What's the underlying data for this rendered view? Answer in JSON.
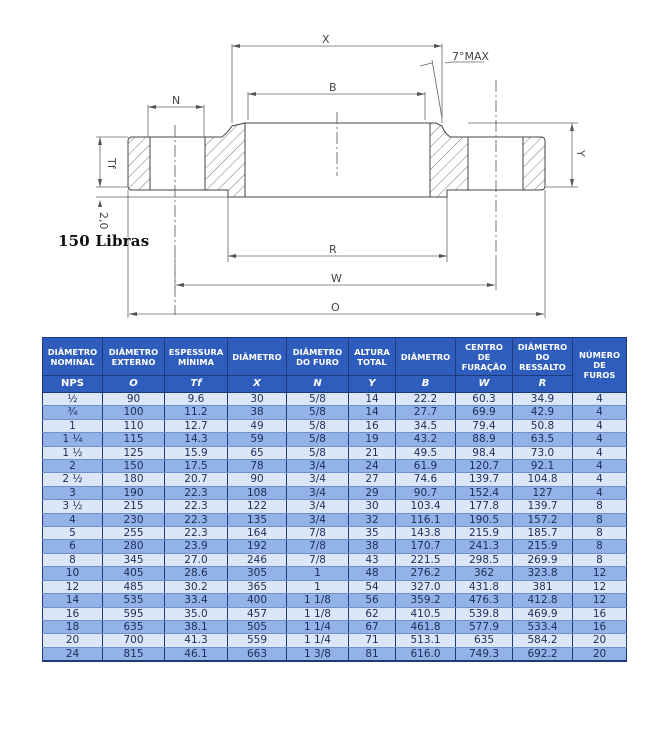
{
  "drawing": {
    "title": "150 Libras",
    "labels": {
      "x": "X",
      "b": "B",
      "n": "N",
      "tf": "Tf",
      "y": "Y",
      "gap": "2,0",
      "r": "R",
      "w": "W",
      "o": "O",
      "angle": "7°MAX"
    }
  },
  "table": {
    "headers": [
      {
        "label": "DIÂMETRO NOMINAL",
        "line1": "DIÂMETRO",
        "line2": "NOMINAL",
        "symbol": "NPS"
      },
      {
        "label": "DIÂMETRO EXTERNO",
        "line1": "DIÂMETRO",
        "line2": "EXTERNO",
        "symbol": "O"
      },
      {
        "label": "ESPESSURA MÍNIMA",
        "line1": "ESPESSURA",
        "line2": "MÍNIMA",
        "symbol": "Tf"
      },
      {
        "label": "DIÂMETRO",
        "line1": "DIÂMETRO",
        "line2": "",
        "symbol": "X"
      },
      {
        "label": "DIÂMETRO DO FURO",
        "line1": "DIÂMETRO",
        "line2": "DO FURO",
        "symbol": "N"
      },
      {
        "label": "ALTURA TOTAL",
        "line1": "ALTURA",
        "line2": "TOTAL",
        "symbol": "Y"
      },
      {
        "label": "DIÂMETRO",
        "line1": "DIÂMETRO",
        "line2": "",
        "symbol": "B"
      },
      {
        "label": "CENTRO DE FURAÇÃO",
        "line1": "CENTRO",
        "line2": "DE",
        "line3": "FURAÇÃO",
        "symbol": "W"
      },
      {
        "label": "DIÂMETRO DO RESSALTO",
        "line1": "DIÂMETRO",
        "line2": "DO",
        "line3": "RESSALTO",
        "symbol": "R"
      },
      {
        "label": "NÚMERO DE FUROS",
        "line1": "NÚMERO",
        "line2": "DE",
        "line3": "FUROS",
        "symbol": ""
      }
    ],
    "rows": [
      [
        "½",
        "90",
        "9.6",
        "30",
        "5/8",
        "14",
        "22.2",
        "60.3",
        "34.9",
        "4"
      ],
      [
        "¾",
        "100",
        "11.2",
        "38",
        "5/8",
        "14",
        "27.7",
        "69.9",
        "42.9",
        "4"
      ],
      [
        "1",
        "110",
        "12.7",
        "49",
        "5/8",
        "16",
        "34.5",
        "79.4",
        "50.8",
        "4"
      ],
      [
        "1 ¼",
        "115",
        "14.3",
        "59",
        "5/8",
        "19",
        "43.2",
        "88.9",
        "63.5",
        "4"
      ],
      [
        "1 ½",
        "125",
        "15.9",
        "65",
        "5/8",
        "21",
        "49.5",
        "98.4",
        "73.0",
        "4"
      ],
      [
        "2",
        "150",
        "17.5",
        "78",
        "3/4",
        "24",
        "61.9",
        "120.7",
        "92.1",
        "4"
      ],
      [
        "2 ½",
        "180",
        "20.7",
        "90",
        "3/4",
        "27",
        "74.6",
        "139.7",
        "104.8",
        "4"
      ],
      [
        "3",
        "190",
        "22.3",
        "108",
        "3/4",
        "29",
        "90.7",
        "152.4",
        "127",
        "4"
      ],
      [
        "3 ½",
        "215",
        "22.3",
        "122",
        "3/4",
        "30",
        "103.4",
        "177.8",
        "139.7",
        "8"
      ],
      [
        "4",
        "230",
        "22.3",
        "135",
        "3/4",
        "32",
        "116.1",
        "190.5",
        "157.2",
        "8"
      ],
      [
        "5",
        "255",
        "22.3",
        "164",
        "7/8",
        "35",
        "143.8",
        "215.9",
        "185.7",
        "8"
      ],
      [
        "6",
        "280",
        "23.9",
        "192",
        "7/8",
        "38",
        "170.7",
        "241.3",
        "215.9",
        "8"
      ],
      [
        "8",
        "345",
        "27.0",
        "246",
        "7/8",
        "43",
        "221.5",
        "298.5",
        "269.9",
        "8"
      ],
      [
        "10",
        "405",
        "28.6",
        "305",
        "1",
        "48",
        "276.2",
        "362",
        "323.8",
        "12"
      ],
      [
        "12",
        "485",
        "30.2",
        "365",
        "1",
        "54",
        "327.0",
        "431.8",
        "381",
        "12"
      ],
      [
        "14",
        "535",
        "33.4",
        "400",
        "1 1/8",
        "56",
        "359.2",
        "476.3",
        "412.8",
        "12"
      ],
      [
        "16",
        "595",
        "35.0",
        "457",
        "1 1/8",
        "62",
        "410.5",
        "539.8",
        "469.9",
        "16"
      ],
      [
        "18",
        "635",
        "38.1",
        "505",
        "1 1/4",
        "67",
        "461.8",
        "577.9",
        "533.4",
        "16"
      ],
      [
        "20",
        "700",
        "41.3",
        "559",
        "1 1/4",
        "71",
        "513.1",
        "635",
        "584.2",
        "20"
      ],
      [
        "24",
        "815",
        "46.1",
        "663",
        "1 3/8",
        "81",
        "616.0",
        "749.3",
        "692.2",
        "20"
      ]
    ]
  },
  "colors": {
    "header_bg": "#2f5dbd",
    "header_text": "#ffffff",
    "row_light": "#dbe7f8",
    "row_dark": "#93b3e8",
    "grid": "#1d3a7a",
    "cell_text": "#1c2d57"
  }
}
